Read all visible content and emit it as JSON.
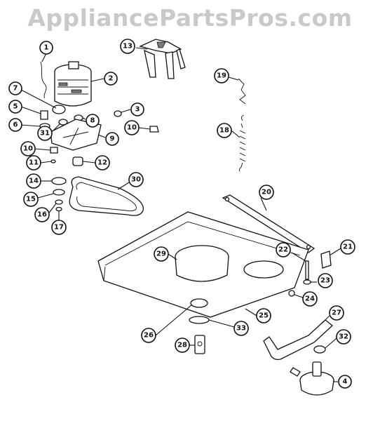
{
  "watermark": "AppliancePartsPros.com",
  "callouts": [
    {
      "label": "1"
    },
    {
      "label": "2"
    },
    {
      "label": "3"
    },
    {
      "label": "4"
    },
    {
      "label": "5"
    },
    {
      "label": "6"
    },
    {
      "label": "7"
    },
    {
      "label": "8"
    },
    {
      "label": "9"
    },
    {
      "label": "10"
    },
    {
      "label": "10"
    },
    {
      "label": "11"
    },
    {
      "label": "12"
    },
    {
      "label": "13"
    },
    {
      "label": "14"
    },
    {
      "label": "15"
    },
    {
      "label": "16"
    },
    {
      "label": "17"
    },
    {
      "label": "18"
    },
    {
      "label": "19"
    },
    {
      "label": "20"
    },
    {
      "label": "21"
    },
    {
      "label": "22"
    },
    {
      "label": "23"
    },
    {
      "label": "24"
    },
    {
      "label": "25"
    },
    {
      "label": "26"
    },
    {
      "label": "27"
    },
    {
      "label": "28"
    },
    {
      "label": "29"
    },
    {
      "label": "30"
    },
    {
      "label": "31"
    },
    {
      "label": "32"
    },
    {
      "label": "33"
    }
  ]
}
